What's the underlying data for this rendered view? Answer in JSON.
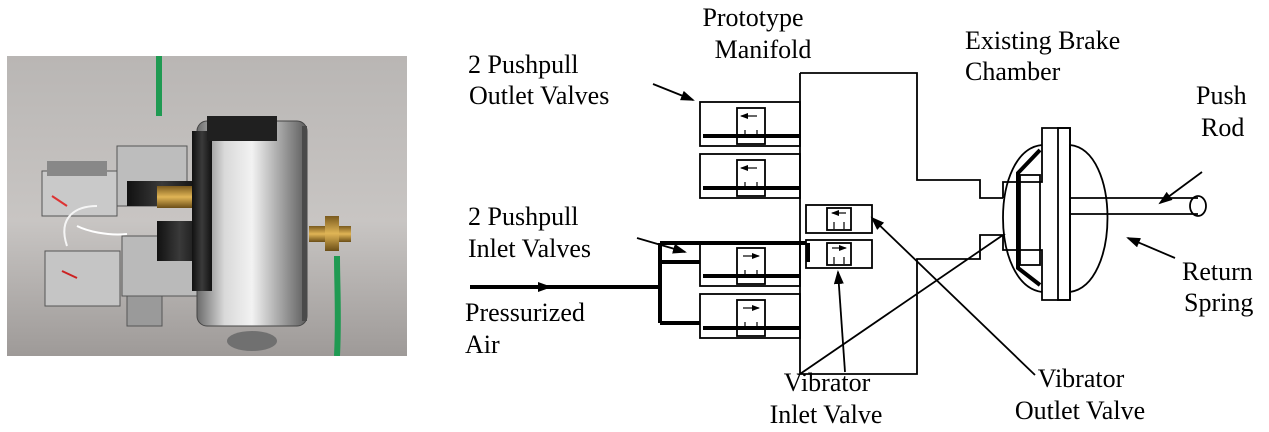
{
  "photo": {
    "caption": "",
    "icon": "prototype-manifold-photo"
  },
  "diagram": {
    "labels": {
      "outlet_valves": [
        "2 Pushpull",
        "Outlet Valves"
      ],
      "prototype_manifold": [
        "Prototype",
        "Manifold"
      ],
      "brake_chamber": [
        "Existing Brake",
        "Chamber"
      ],
      "push_rod": [
        "Push",
        "Rod"
      ],
      "inlet_valves": [
        "2 Pushpull",
        "Inlet Valves"
      ],
      "pressurized_air": [
        "Pressurized",
        "Air"
      ],
      "return_spring": [
        "Return",
        "Spring"
      ],
      "vibrator_inlet": [
        "Vibrator",
        "Inlet Valve"
      ],
      "vibrator_outlet": [
        "Vibrator",
        "Outlet Valve"
      ]
    }
  }
}
